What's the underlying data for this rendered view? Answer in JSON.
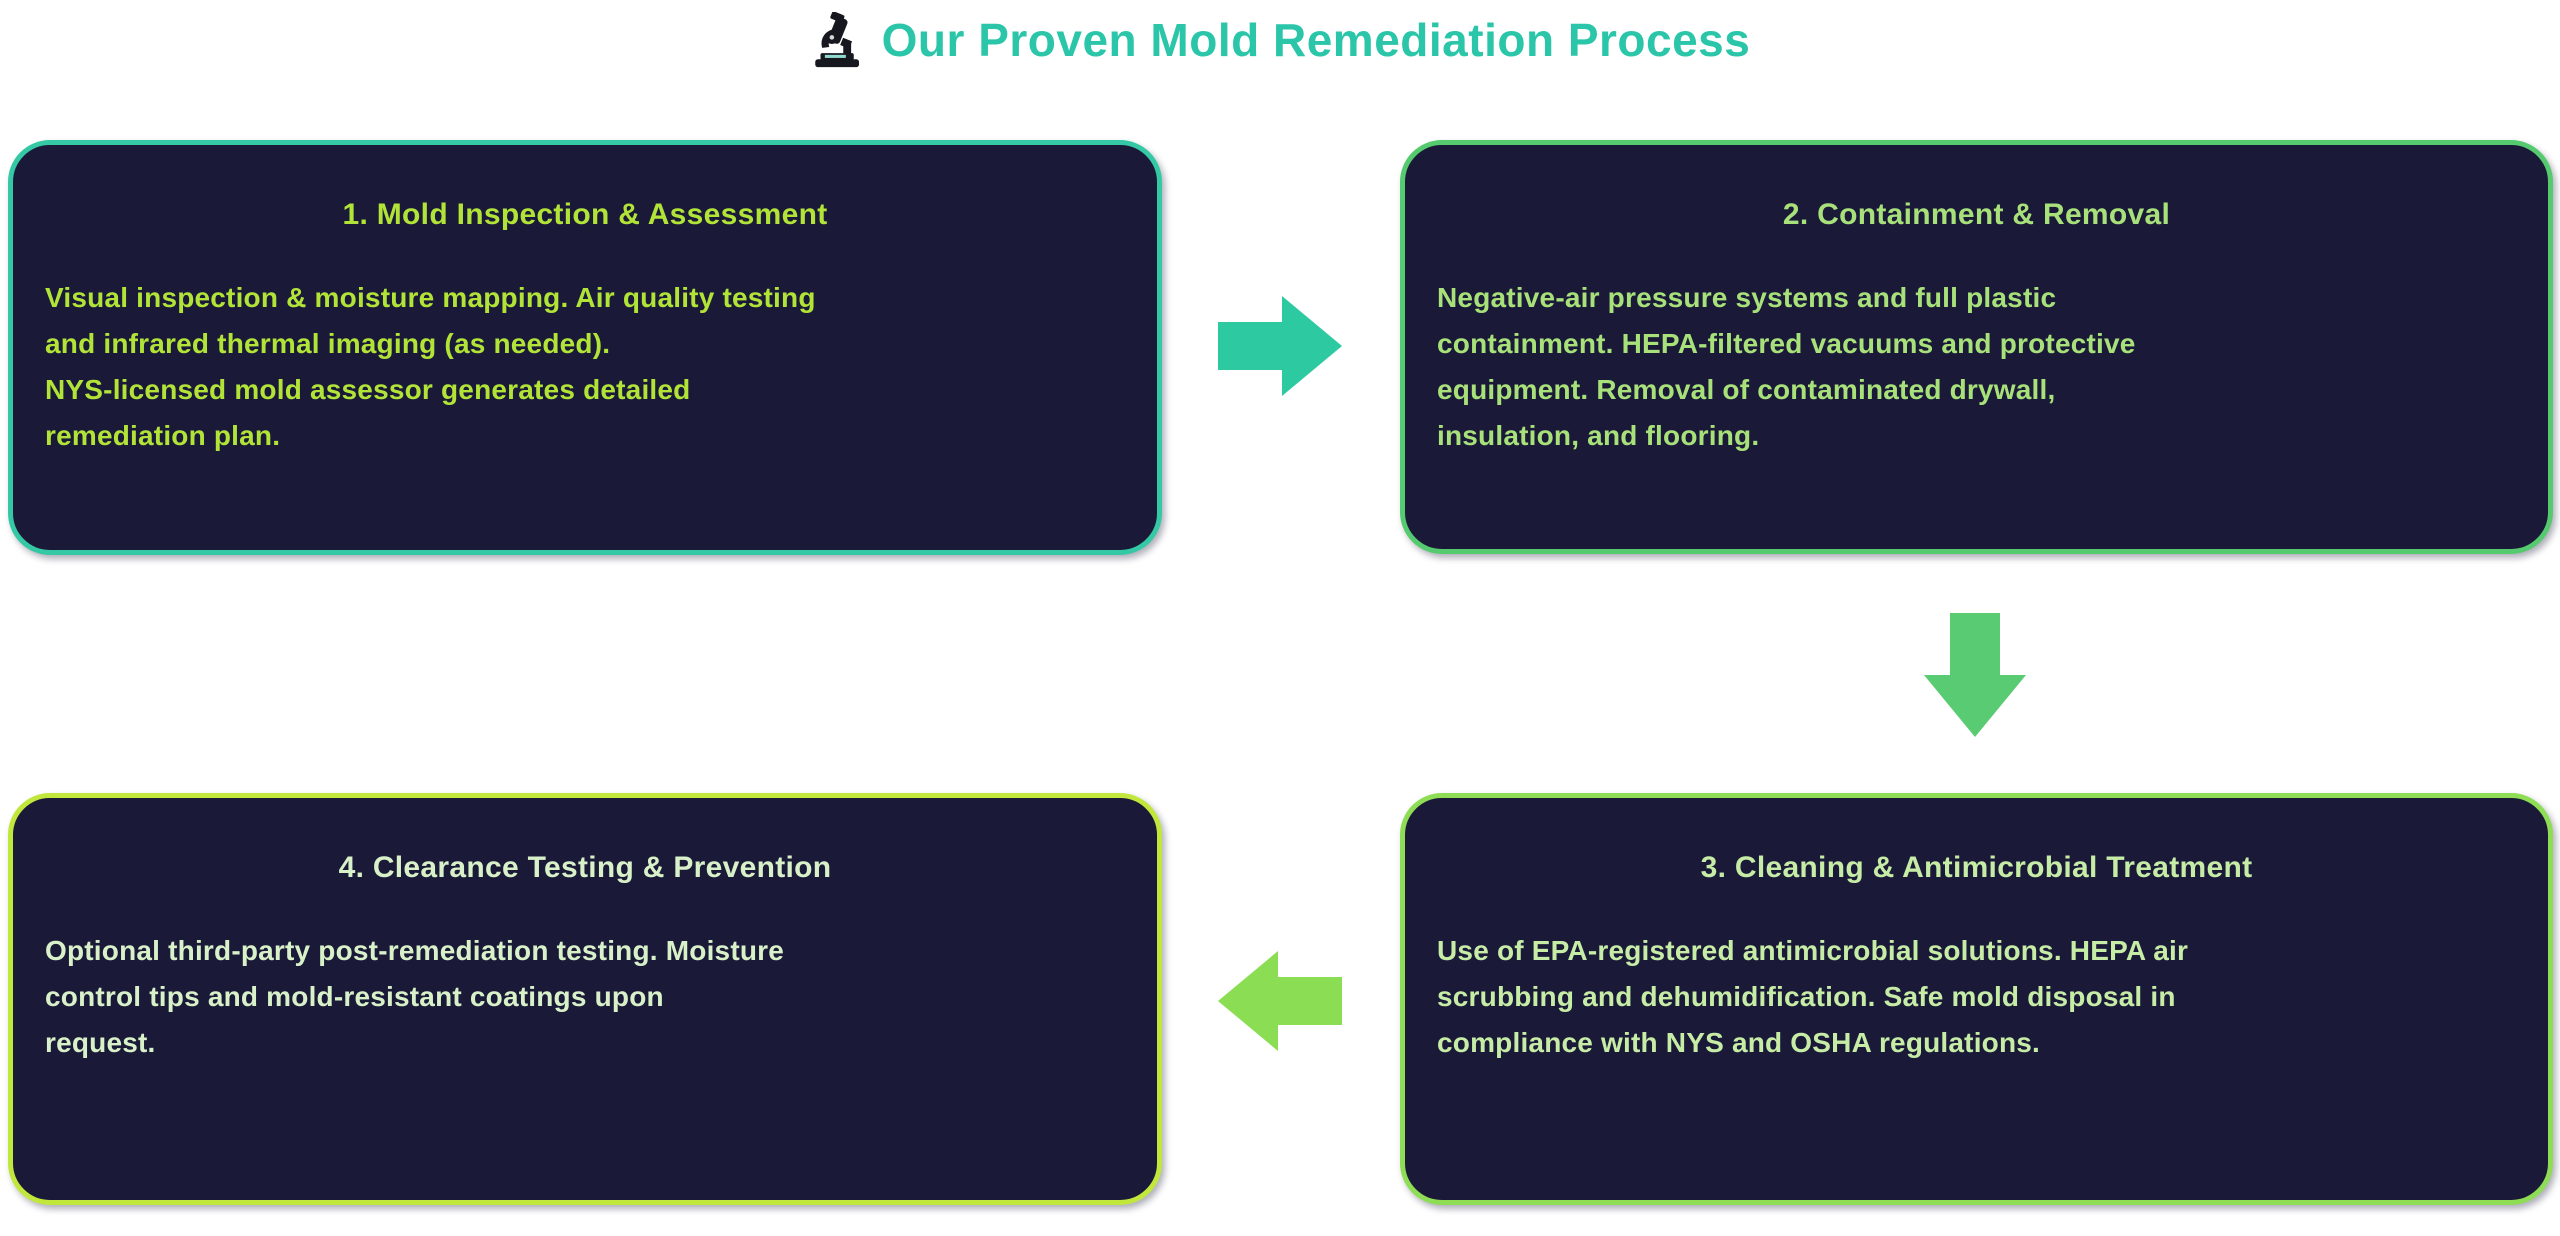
{
  "title": {
    "text": "Our Proven Mold Remediation Process",
    "icon": "microscope",
    "color": "#2bc6a9"
  },
  "colors": {
    "page_background": "#ffffff",
    "box_background": "#1a1a38"
  },
  "steps": [
    {
      "heading": "1. Mold Inspection & Assessment",
      "lines": [
        "Visual inspection & moisture mapping. Air quality testing",
        "and infrared thermal imaging (as needed).",
        "NYS-licensed mold assessor generates detailed",
        "remediation plan."
      ],
      "border_color": "#35c8a5",
      "text_color": "#b2e438"
    },
    {
      "heading": "2. Containment & Removal",
      "lines": [
        "Negative-air pressure systems and full plastic",
        "containment. HEPA-filtered vacuums and protective",
        "equipment. Removal of contaminated drywall,",
        "insulation, and flooring."
      ],
      "border_color": "#55ca6e",
      "text_color": "#a8e17a"
    },
    {
      "heading": "3. Cleaning & Antimicrobial Treatment",
      "lines": [
        "Use of EPA-registered antimicrobial solutions. HEPA air",
        "scrubbing and dehumidification. Safe mold disposal in",
        "compliance with NYS and OSHA regulations."
      ],
      "border_color": "#8edd55",
      "text_color": "#c6eca6"
    },
    {
      "heading": "4. Clearance Testing & Prevention",
      "lines": [
        "Optional third-party post-remediation testing. Moisture",
        "control tips and mold-resistant coatings upon",
        "request."
      ],
      "border_color": "#c2e73c",
      "text_color": "#d9f1c9"
    }
  ],
  "arrows": [
    {
      "direction": "right",
      "color": "#2dcaa2"
    },
    {
      "direction": "down",
      "color": "#58cb73"
    },
    {
      "direction": "left",
      "color": "#8bde53"
    }
  ]
}
